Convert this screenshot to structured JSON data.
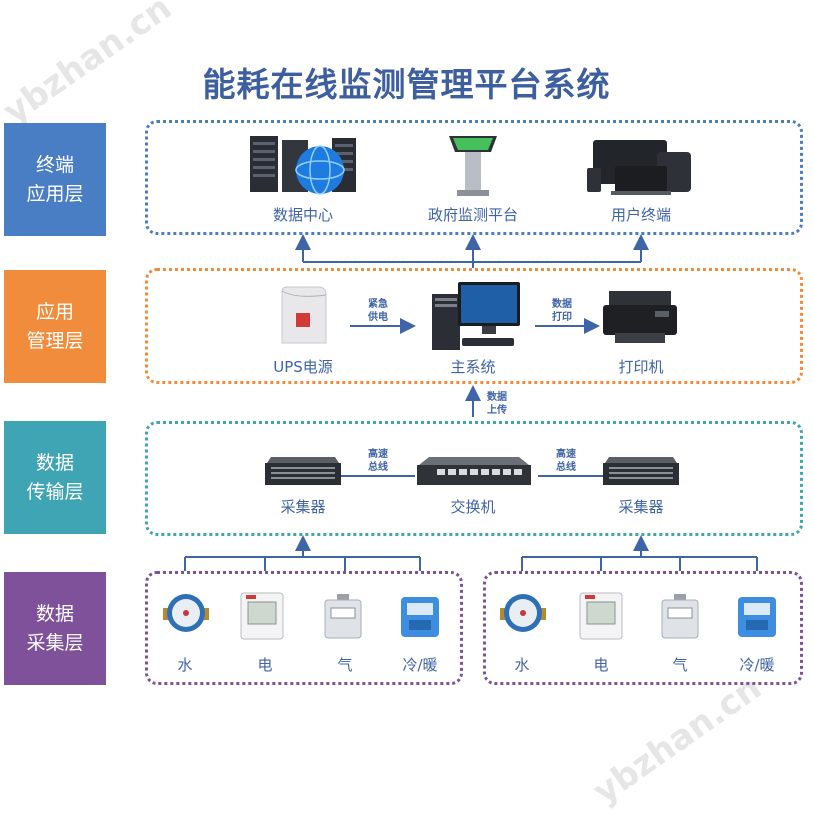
{
  "title": "能耗在线监测管理平台系统",
  "watermark": "ybzhan.cn",
  "colors": {
    "terminal": "#4a7ec4",
    "application": "#f08c3c",
    "transport": "#3fa5b5",
    "collection": "#7e519a",
    "arrow": "#3f64a8"
  },
  "layers": [
    {
      "label": "终端\n应用层"
    },
    {
      "label": "应用\n管理层"
    },
    {
      "label": "数据\n传输层"
    },
    {
      "label": "数据\n采集层"
    }
  ],
  "terminal": {
    "data_center": "数据中心",
    "gov_platform": "政府监测平台",
    "user_terminal": "用户终端"
  },
  "application": {
    "ups": "UPS电源",
    "main_system": "主系统",
    "printer": "打印机",
    "emergency_power": "紧急\n供电",
    "data_print": "数据\n打印"
  },
  "data_upload": "数据\n上传",
  "transport": {
    "collector_left": "采集器",
    "switch": "交换机",
    "collector_right": "采集器",
    "high_speed_bus_left": "高速\n总线",
    "high_speed_bus_right": "高速\n总线"
  },
  "collection_left": {
    "water": "水",
    "electric": "电",
    "gas": "气",
    "cooling": "冷/暖"
  },
  "collection_right": {
    "water": "水",
    "electric": "电",
    "gas": "气",
    "cooling": "冷/暖"
  }
}
